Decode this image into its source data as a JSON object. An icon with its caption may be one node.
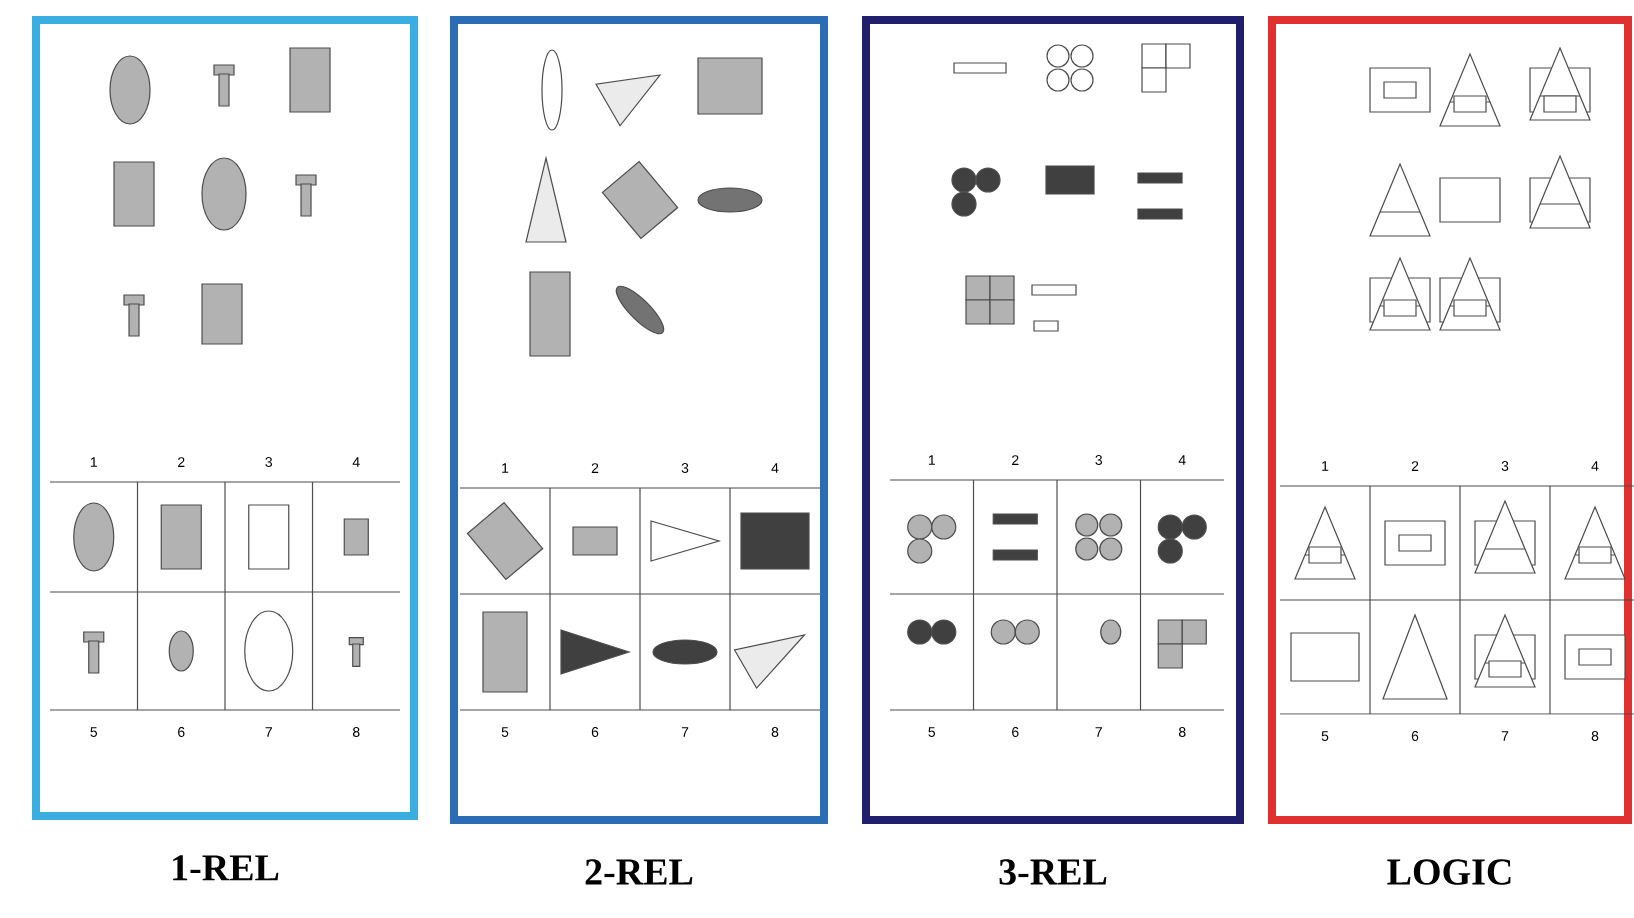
{
  "diagram": {
    "nodes": [
      {
        "text": [
          "1-REL"
        ]
      },
      {
        "text": [
          "2-REL"
        ]
      },
      {
        "text": [
          "3-REL"
        ]
      },
      {
        "text": [
          "LOGIC"
        ]
      }
    ],
    "labels": [
      "1",
      "2",
      "3",
      "4",
      "5",
      "6",
      "7",
      "8",
      "1",
      "2",
      "3",
      "4",
      "5",
      "6",
      "7",
      "8",
      "1",
      "2",
      "3",
      "4",
      "5",
      "6",
      "7",
      "8",
      "1",
      "2",
      "3",
      "4",
      "5",
      "6",
      "7",
      "8"
    ]
  }
}
